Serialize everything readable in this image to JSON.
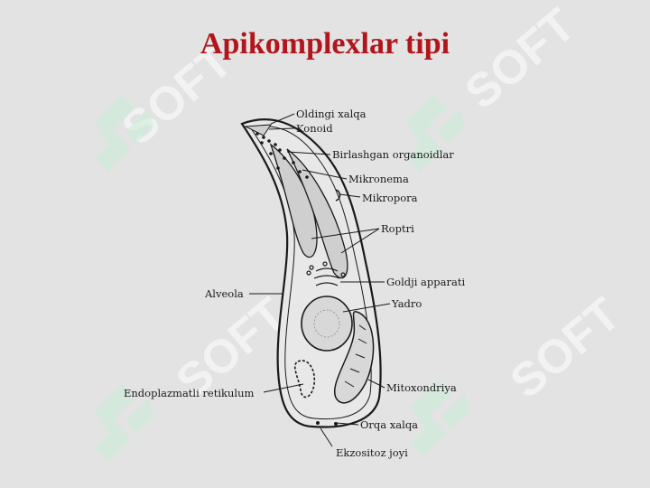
{
  "title": "Apikomplexlar tipi",
  "labels": {
    "oldingi_xalqa": "Oldingi xalqa",
    "konoid": "Konoid",
    "birlashgan_organoidlar": "Birlashgan organoidlar",
    "mikronema": "Mikronema",
    "mikropora": "Mikropora",
    "roptri": "Roptri",
    "goldji_apparati": "Goldji apparati",
    "yadro": "Yadro",
    "alveola": "Alveola",
    "mitoxondriya": "Mitoxondriya",
    "endoplazmatli_retikulum": "Endoplazmatli retikulum",
    "orqa_xalqa": "Orqa xalqa",
    "ekzositoz_joyi": "Ekzositoz joyi"
  },
  "watermark": {
    "text": "SOFT",
    "color": "#ffffff",
    "logo_color": "#c9efd6"
  },
  "colors": {
    "title": "#b0161b",
    "background": "#e3e3e3"
  }
}
